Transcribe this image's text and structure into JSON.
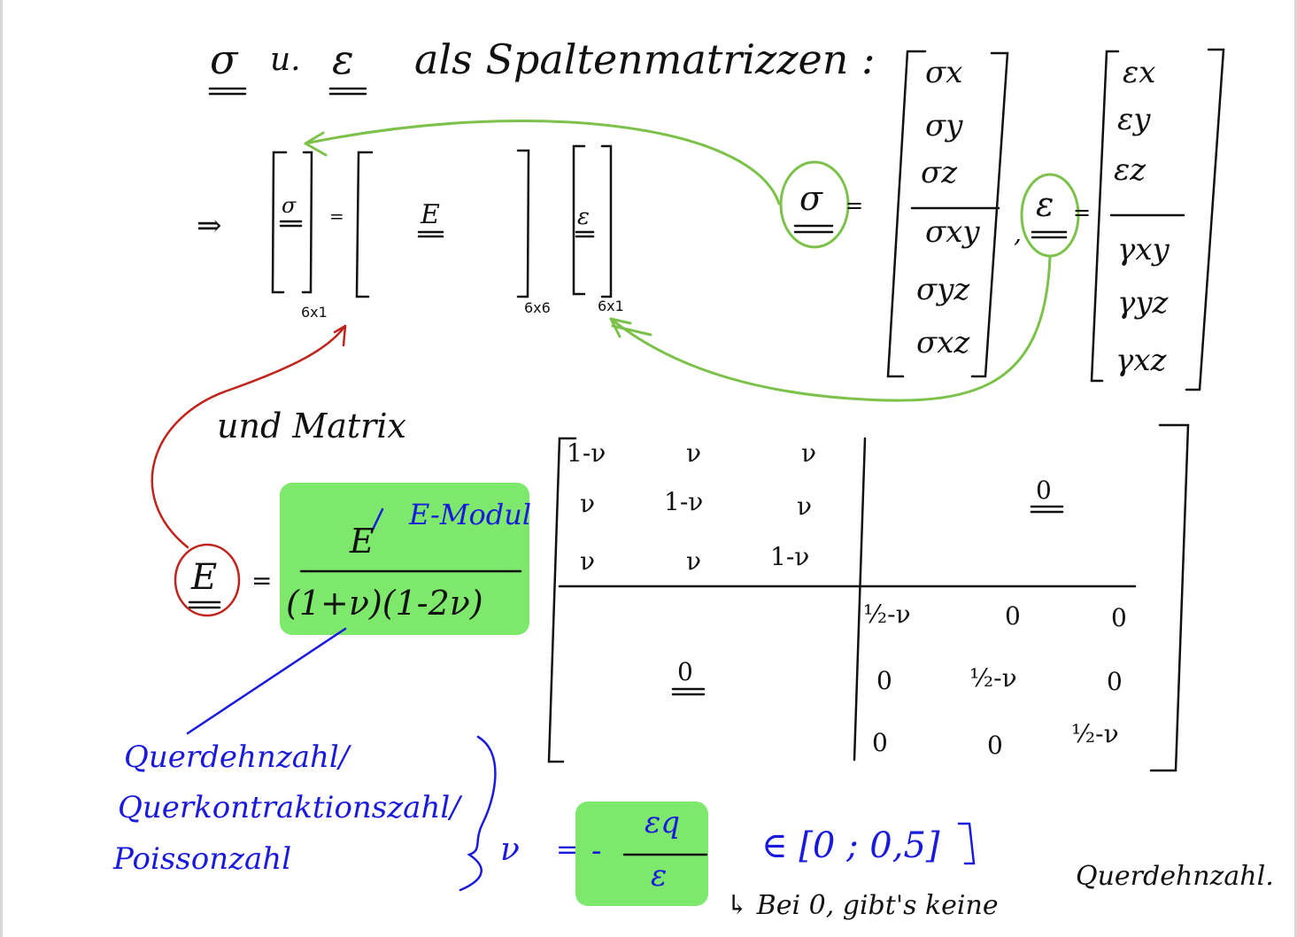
{
  "title": {
    "sigma": "σ",
    "and": "u.",
    "epsilon": "ε",
    "text": "als Spaltenmatrizzen :"
  },
  "sigma_vector": {
    "lhs": "σ",
    "entries": [
      "σx",
      "σy",
      "σz",
      "σxy",
      "σyz",
      "σxz"
    ]
  },
  "epsilon_vector": {
    "separator": ",",
    "lhs": "ε",
    "entries": [
      "εx",
      "εy",
      "εz",
      "γxy",
      "γyz",
      "γxz"
    ]
  },
  "equation": {
    "arrow": "⇒",
    "sigma": "σ",
    "equals": "=",
    "E": "E",
    "epsilon": "ε",
    "dim_sigma": "6x1",
    "dim_E": "6x6",
    "dim_eps": "6x1"
  },
  "matrix_label": "und Matrix",
  "E_definition": {
    "lhs": "E",
    "equals": "=",
    "numerator": "E",
    "annotation": "E-Modul",
    "denominator": "(1+ν)(1-2ν)"
  },
  "matrix": {
    "top_left": [
      [
        "1-ν",
        "ν",
        "ν"
      ],
      [
        "ν",
        "1-ν",
        "ν"
      ],
      [
        "ν",
        "ν",
        "1-ν"
      ]
    ],
    "top_right_zero": "0",
    "bottom_left_zero": "0",
    "bottom_right": [
      [
        "½-ν",
        "0",
        "0"
      ],
      [
        "0",
        "½-ν",
        "0"
      ],
      [
        "0",
        "0",
        "½-ν"
      ]
    ]
  },
  "poisson": {
    "names": [
      "Querdehnzahl/",
      "Querkontraktionszahl/",
      "Poissonzahl"
    ],
    "nu": "ν",
    "equals": "=",
    "minus": "-",
    "numerator": "εq",
    "denominator": "ε",
    "range": "∈ [0 ; 0,5]",
    "note_right": "Querdehnzahl.",
    "note_below": "↳ Bei 0, gibt's keine"
  },
  "colors": {
    "ink": "#111111",
    "green_stroke": "#7cc24a",
    "red_stroke": "#c0241c",
    "blue_ink": "#1a1adf",
    "highlight": "#7de86b"
  }
}
